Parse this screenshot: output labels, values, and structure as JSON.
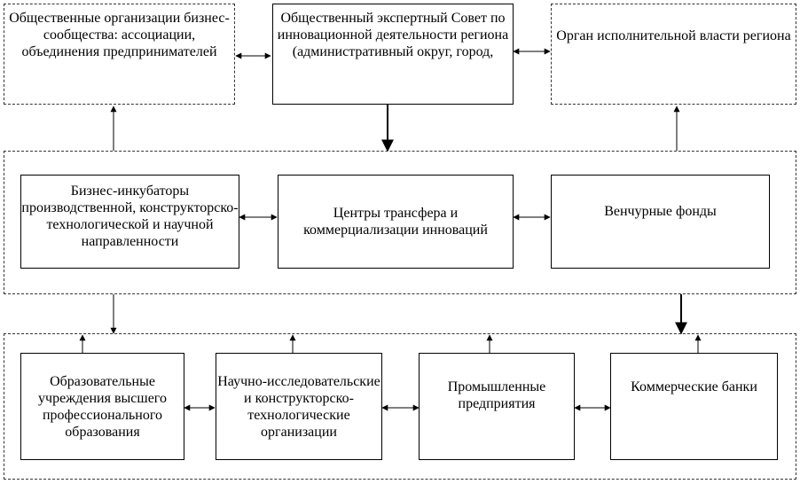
{
  "top_row": {
    "business_orgs": "Общественные организации бизнес-сообщества: ассоциации, объединения предпринимателей",
    "expert_council": "Общественный экспертный Совет по инновационной деятельности региона (административный округ, город,",
    "executive_body": "Орган исполнительной власти региона"
  },
  "middle_row": {
    "incubators": "Бизнес-инкубаторы производственной, конструкторско-технологической и научной направленности",
    "transfer_centers": "Центры трансфера и коммерциализации инноваций",
    "venture_funds": "Венчурные фонды"
  },
  "bottom_row": {
    "universities": "Образовательные учреждения высшего профессионального образования",
    "research_orgs": "Научно-исследовательские и конструкторско-технологические организации",
    "industrial": "Промышленные предприятия",
    "banks": "Коммерческие банки"
  }
}
